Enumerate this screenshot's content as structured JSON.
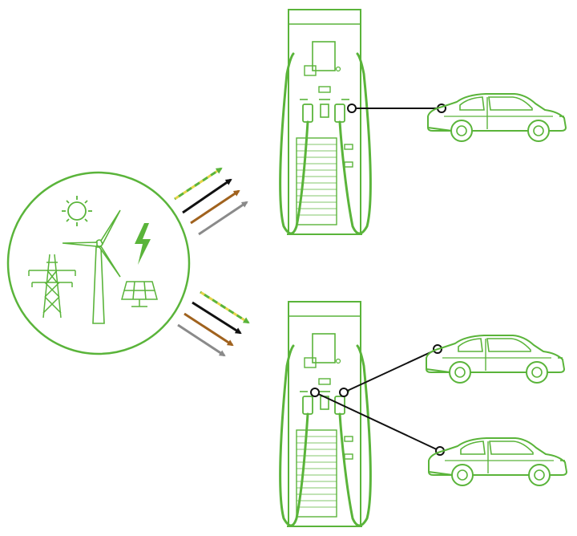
{
  "colors": {
    "green": "#5ab43a",
    "black": "#111111",
    "brown": "#a0621e",
    "gray": "#8a8a8a",
    "yellow_dash": "#e6d34a",
    "white": "#ffffff"
  },
  "icons": {
    "energy_sources": [
      "sun-icon",
      "wind-turbine-icon",
      "lightning-bolt-icon",
      "power-pylon-icon",
      "solar-panel-icon"
    ],
    "chargers": [
      "charging-station-icon",
      "charging-station-icon"
    ],
    "vehicles": [
      "car-icon",
      "car-icon",
      "car-icon"
    ]
  },
  "power_lines": [
    "earth-dashed",
    "black",
    "brown",
    "gray"
  ]
}
